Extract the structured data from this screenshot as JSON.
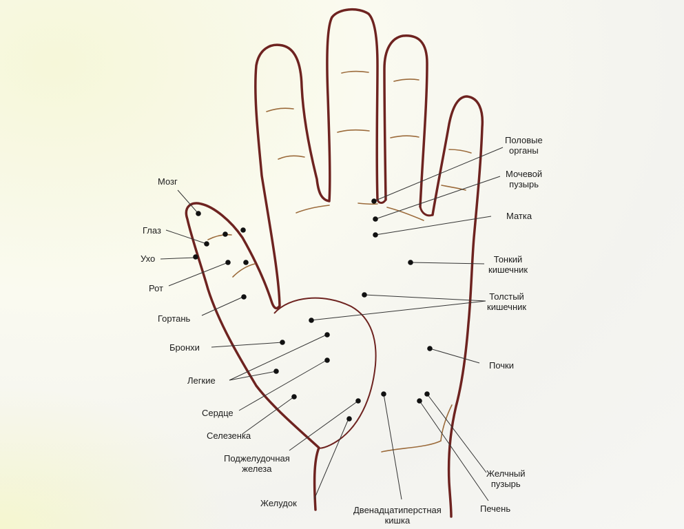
{
  "organ_labels": {
    "brain": "Мозг",
    "eye": "Глаз",
    "ear": "Ухо",
    "mouth": "Рот",
    "larynx": "Гортань",
    "bronchi": "Бронхи",
    "lungs": "Легкие",
    "heart": "Сердце",
    "spleen": "Селезенка",
    "pancreas_line1": "Поджелудочная",
    "pancreas_line2": "железа",
    "stomach": "Желудок",
    "duodenum_line1": "Двенадцатиперстная",
    "duodenum_line2": "кишка",
    "liver": "Печень",
    "gallbladder_line1": "Желчный",
    "gallbladder_line2": "пузырь",
    "kidneys": "Почки",
    "large_intestine_line1": "Толстый",
    "large_intestine_line2": "кишечник",
    "small_intestine_line1": "Тонкий",
    "small_intestine_line2": "кишечник",
    "uterus": "Матка",
    "bladder_line1": "Мочевой",
    "bladder_line2": "пузырь",
    "genitals_line1": "Половые",
    "genitals_line2": "органы"
  },
  "colors": {
    "hand_outline": "#6e2320",
    "crease": "#9b6a3a",
    "point": "#111111",
    "leader_line": "#333333"
  }
}
